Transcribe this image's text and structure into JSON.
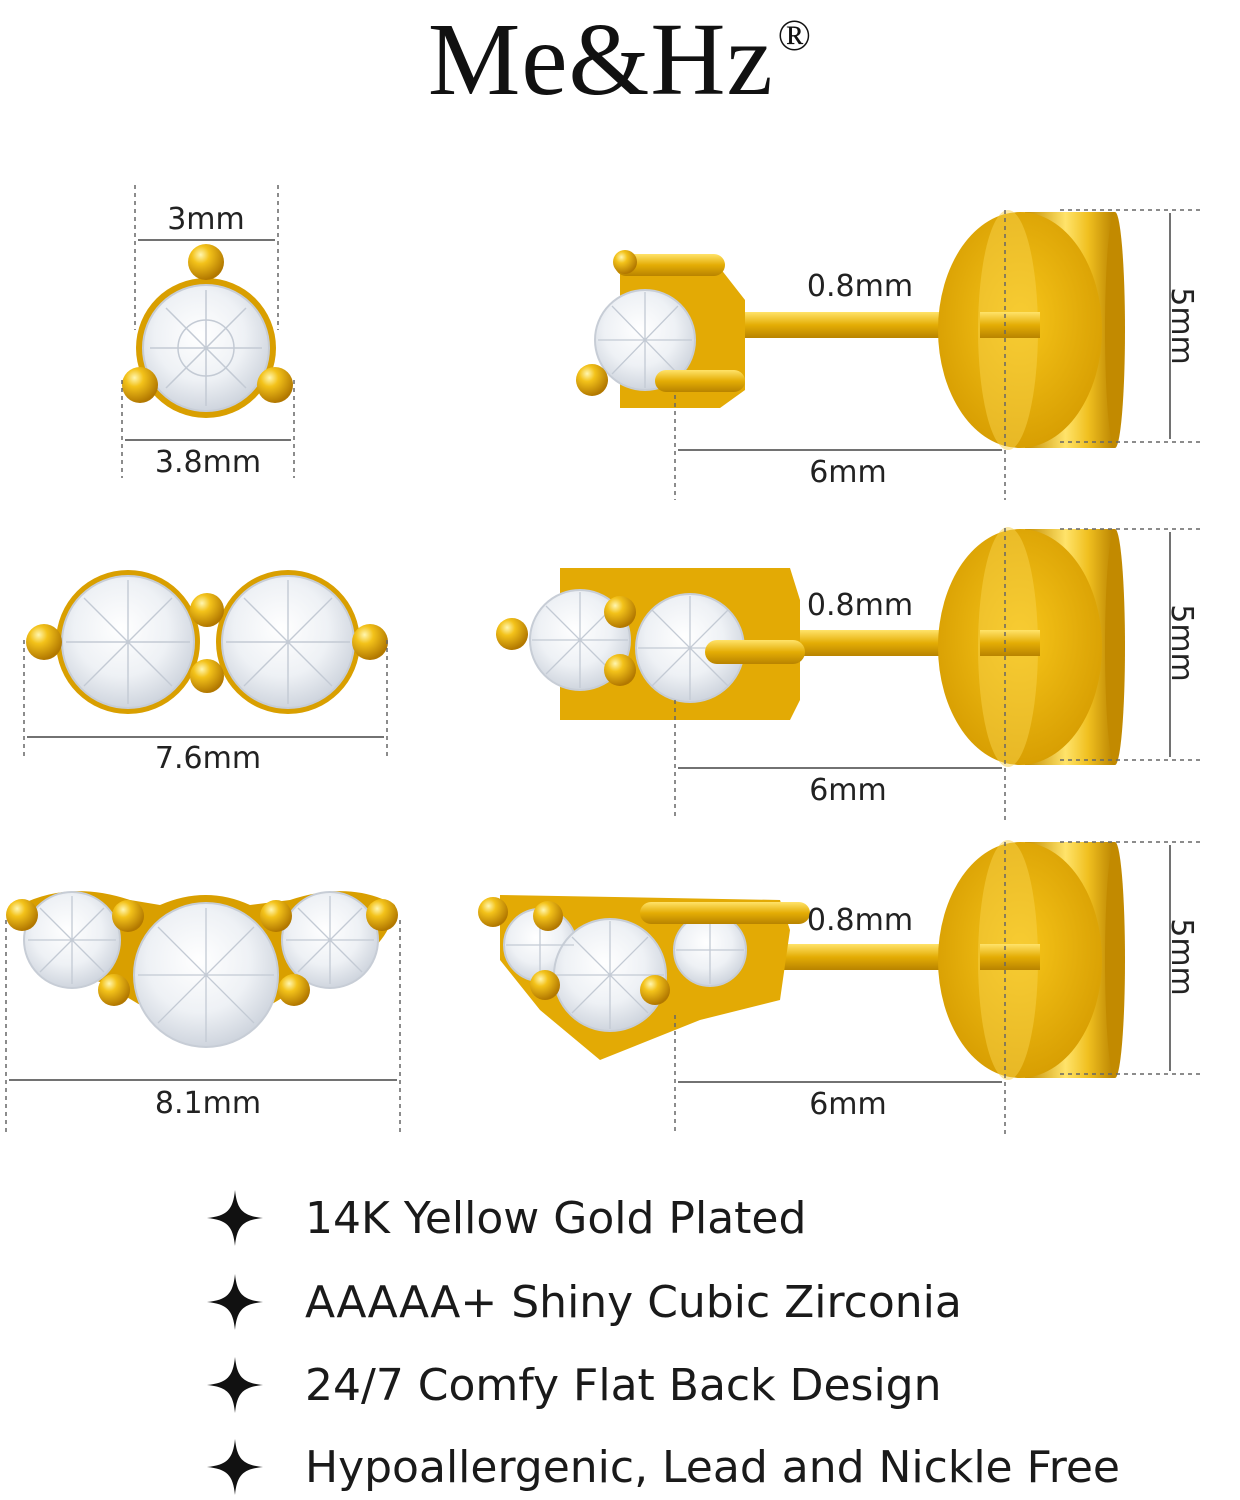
{
  "brand": {
    "name": "Me&Hz",
    "mark": "®"
  },
  "products": [
    {
      "front_width": "3mm",
      "front_total": "3.8mm",
      "post_diameter": "0.8mm",
      "post_length": "6mm",
      "back_diameter": "5mm"
    },
    {
      "front_total": "7.6mm",
      "post_diameter": "0.8mm",
      "post_length": "6mm",
      "back_diameter": "5mm"
    },
    {
      "front_total": "8.1mm",
      "post_diameter": "0.8mm",
      "post_length": "6mm",
      "back_diameter": "5mm"
    }
  ],
  "features": [
    {
      "icon": "sparkle-icon",
      "text": "14K Yellow Gold Plated"
    },
    {
      "icon": "sparkle-icon",
      "text": "AAAAA+ Shiny Cubic Zirconia"
    },
    {
      "icon": "sparkle-icon",
      "text": "24/7 Comfy Flat Back Design"
    },
    {
      "icon": "sparkle-icon",
      "text": "Hypoallergenic, Lead and Nickle Free"
    }
  ],
  "colors": {
    "gold": "#e0a700",
    "gold_light": "#ffd94a",
    "gold_dark": "#b07a00",
    "stone": "#f2f4f7"
  }
}
